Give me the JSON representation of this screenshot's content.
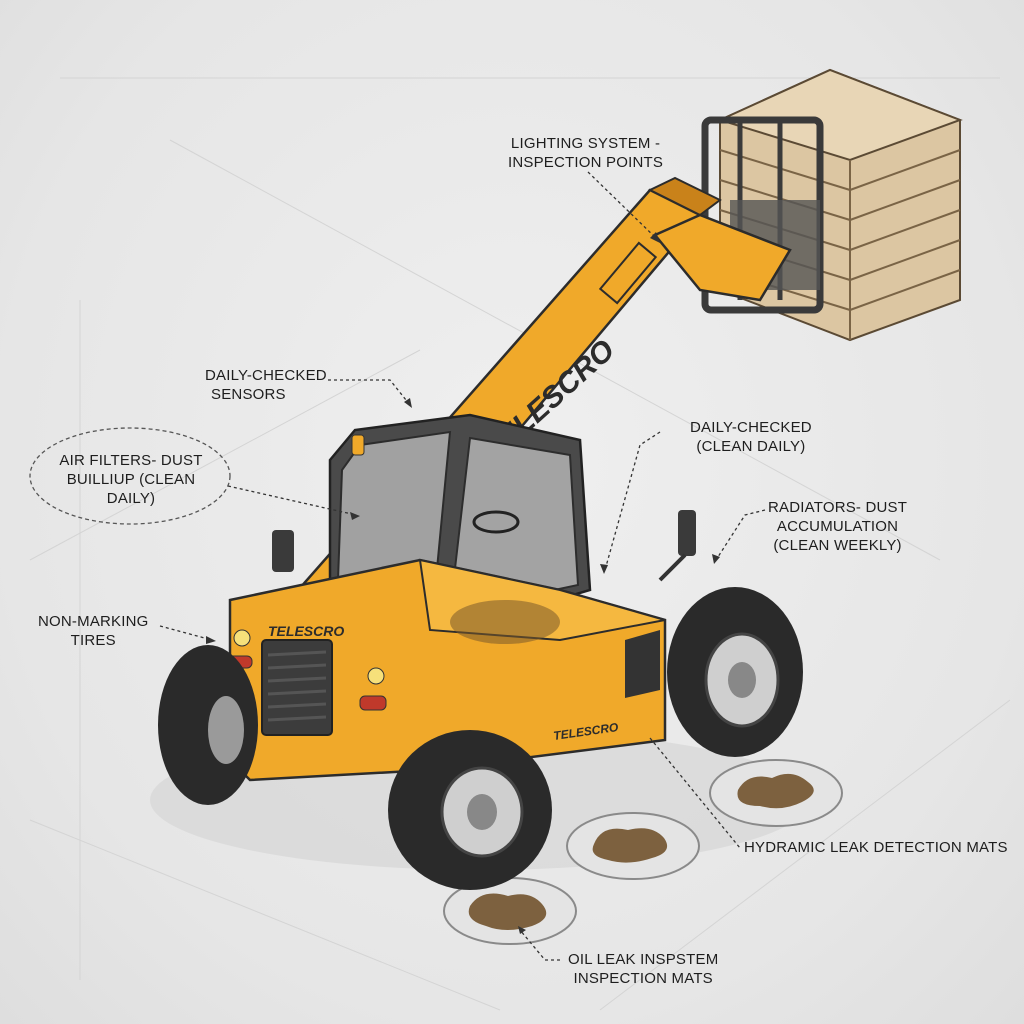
{
  "machine": {
    "brand_boom": "TELESCRO",
    "brand_front": "TELESCRO",
    "brand_side": "TELESCRO",
    "colors": {
      "body": "#f0a92a",
      "body_dark": "#c9821a",
      "tire": "#2a2a2a",
      "cab": "#4a4a4a",
      "pallet": "#d9c3a0",
      "leak": "#6b4a22"
    }
  },
  "callouts": [
    {
      "id": "lighting",
      "lines": [
        "LIGHTING SYSTEM -",
        "INSPECTION POINTS"
      ]
    },
    {
      "id": "sensors",
      "lines": [
        "DAILY-CHECKED",
        "SENSORS"
      ]
    },
    {
      "id": "air-filters",
      "lines": [
        "AIR FILTERS- DUST",
        "BUILLIUP (CLEAN",
        "DAILY)"
      ]
    },
    {
      "id": "daily-clean",
      "lines": [
        "DAILY-CHECKED",
        "(CLEAN DAILY)"
      ]
    },
    {
      "id": "radiators",
      "lines": [
        "RADIATORS- DUST",
        "ACCUMULATION",
        "(CLEAN WEEKLY)"
      ]
    },
    {
      "id": "tires",
      "lines": [
        "NON-MARKING",
        "TIRES"
      ]
    },
    {
      "id": "hydraulic-mats",
      "lines": [
        "HYDRAMIC LEAK DETECTION MATS"
      ]
    },
    {
      "id": "oil-mats",
      "lines": [
        "OIL LEAK INSPSTEM",
        "INSPECTION MATS"
      ]
    }
  ]
}
